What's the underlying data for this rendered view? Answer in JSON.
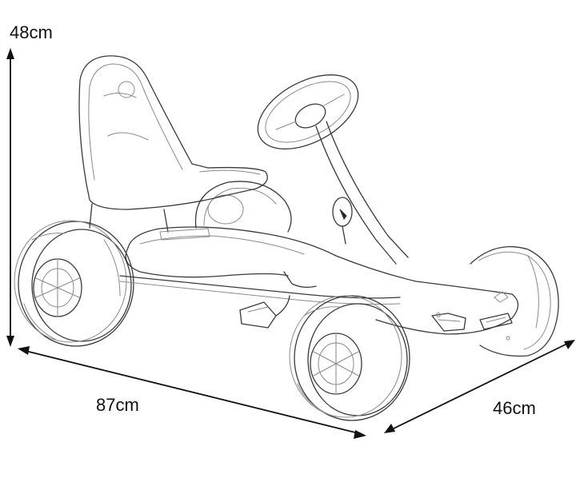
{
  "dimensions": {
    "height": "48cm",
    "length": "87cm",
    "width": "46cm"
  }
}
